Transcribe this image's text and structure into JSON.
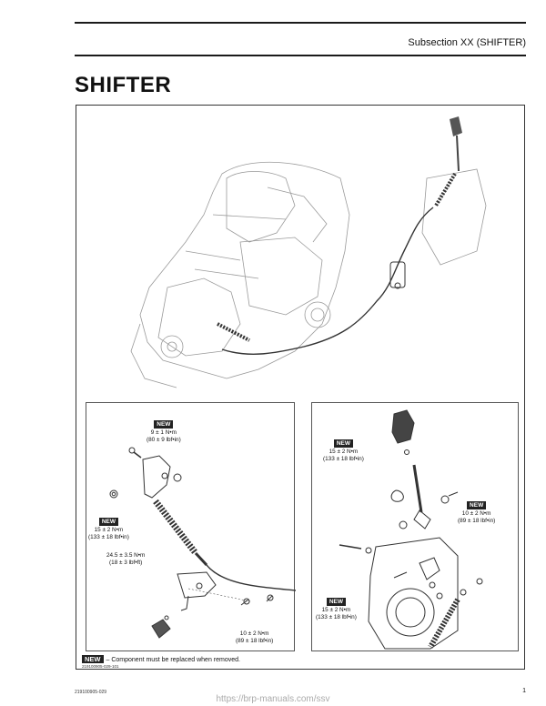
{
  "header": {
    "subsection": "Subsection XX (SHIFTER)"
  },
  "page_title": "SHIFTER",
  "callouts": {
    "new_badge": "NEW",
    "c1": {
      "line1": "9 ± 1 N•m",
      "line2": "(80 ± 9 lbf•in)"
    },
    "c2": {
      "line1": "15 ± 2 N•m",
      "line2": "(133 ± 18 lbf•in)"
    },
    "c3": {
      "line1": "24.5 ± 3.5 N•m",
      "line2": "(18 ± 3 lbf•ft)"
    },
    "c4": {
      "line1": "10 ± 2 N•m",
      "line2": "(89 ± 18 lbf•in)"
    },
    "c5": {
      "line1": "15 ± 2 N•m",
      "line2": "(133 ± 18 lbf•in)"
    },
    "c6": {
      "line1": "10 ± 2 N•m",
      "line2": "(89 ± 18 lbf•in)"
    },
    "c7": {
      "line1": "15 ± 2 N•m",
      "line2": "(133 ± 18 lbf•in)"
    }
  },
  "legend": {
    "badge": "NEW",
    "text": "– Component must be replaced when removed."
  },
  "figure_id": "219100905-029-101",
  "footer": {
    "doc_id": "219100905-029",
    "page_number": "1",
    "url": "https://brp-manuals.com/ssv"
  }
}
